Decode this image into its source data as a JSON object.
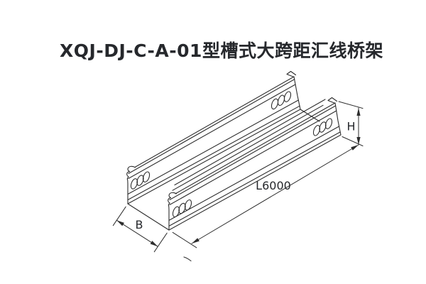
{
  "page": {
    "background_color": "#ffffff",
    "line_color": "#2d2d2d",
    "text_color": "#26282c"
  },
  "title": {
    "text": "XQJ-DJ-C-A-01型槽式大跨距汇线桥架"
  },
  "drawing": {
    "type": "isometric-line-drawing",
    "subject_label": "槽式大跨距汇线桥架",
    "model_label": "XQJ-DJ-C-A-01",
    "dimension_labels": {
      "width": "B",
      "height": "H",
      "length": "L6000"
    }
  }
}
